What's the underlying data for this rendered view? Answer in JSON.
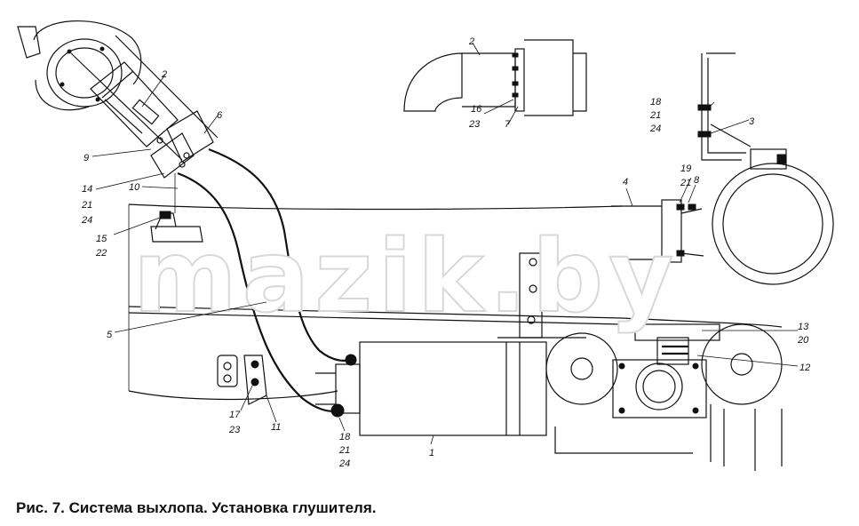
{
  "caption": "Рис. 7. Система выхлопа. Установка глушителя.",
  "watermark": "mazik.by",
  "labels": {
    "l1": "1",
    "l2a": "2",
    "l2b": "2",
    "l3": "3",
    "l4": "4",
    "l5": "5",
    "l6": "6",
    "l7": "7",
    "l8": "8",
    "l9": "9",
    "l10": "10",
    "l11": "11",
    "l12": "12",
    "l13": "13",
    "l14": "14",
    "l15": "15",
    "l16": "16",
    "l17": "17",
    "l18a": "18",
    "l18b": "18",
    "l19": "19",
    "l20": "20",
    "l21a": "21",
    "l21b": "21",
    "l21c": "21",
    "l21d": "21",
    "l22": "22",
    "l23a": "23",
    "l23b": "23",
    "l24a": "24",
    "l24b": "24",
    "l24c": "24"
  }
}
